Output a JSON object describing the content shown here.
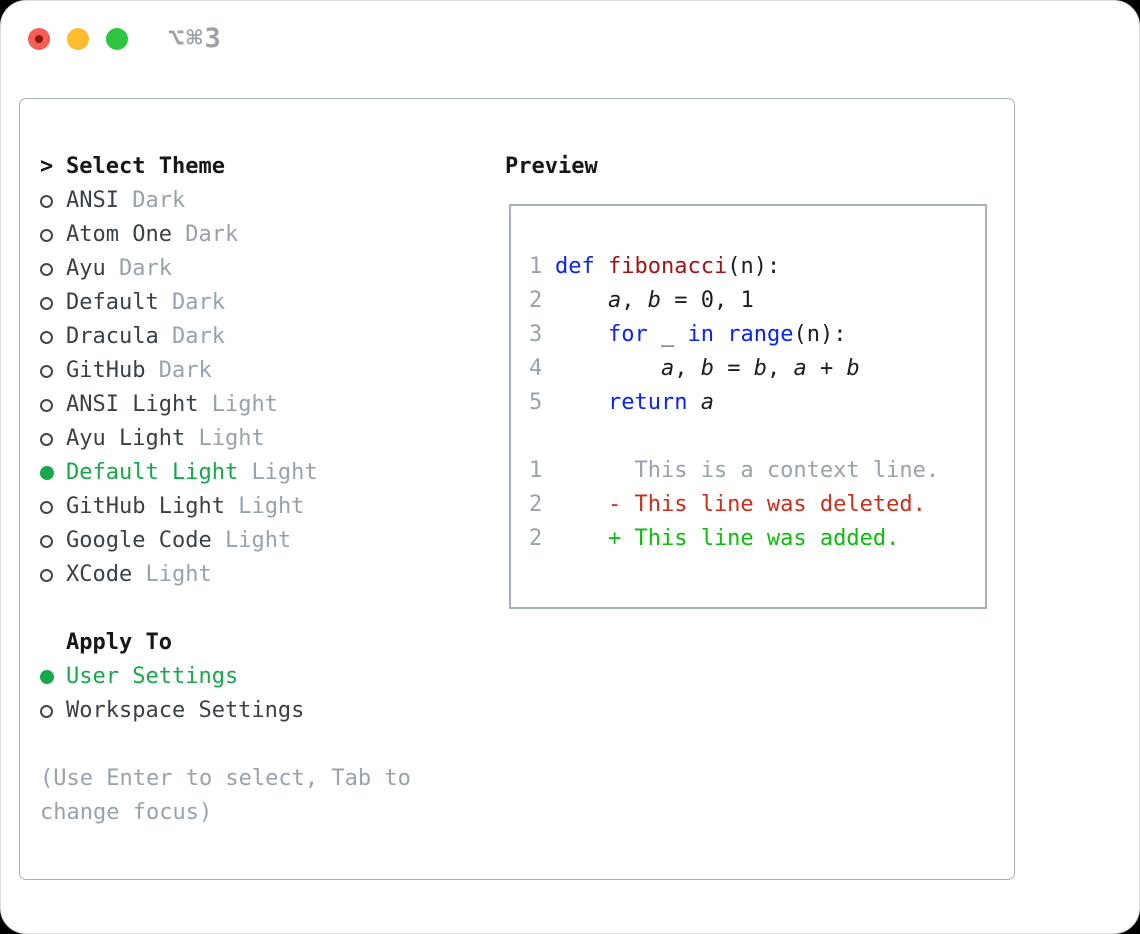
{
  "window": {
    "title": "⌥⌘3"
  },
  "traffic_lights": {
    "close": "#F45E55",
    "close_dot": "#8C1710",
    "minimize": "#FCBC2F",
    "zoom": "#2EC640"
  },
  "colors": {
    "heading": "#15171B",
    "item_text": "#3A4049",
    "muted": "#98A2AE",
    "selected_green": "#18A84B",
    "border": "#A7AFBA",
    "window_edge": "#D8DCE0",
    "title_gray": "#9CA1A8",
    "keyword_blue": "#0B24EE",
    "function_red": "#A31515",
    "code_text": "#1B1D21",
    "diff_deleted_red": "#C9301C",
    "diff_added_green": "#0BBE0B"
  },
  "theme_panel": {
    "cursor": ">",
    "title": "Select Theme",
    "items": [
      {
        "name": "ANSI",
        "variant": "Dark",
        "selected": false
      },
      {
        "name": "Atom One",
        "variant": "Dark",
        "selected": false
      },
      {
        "name": "Ayu",
        "variant": "Dark",
        "selected": false
      },
      {
        "name": "Default",
        "variant": "Dark",
        "selected": false
      },
      {
        "name": "Dracula",
        "variant": "Dark",
        "selected": false
      },
      {
        "name": "GitHub",
        "variant": "Dark",
        "selected": false
      },
      {
        "name": "ANSI Light",
        "variant": "Light",
        "selected": false
      },
      {
        "name": "Ayu Light",
        "variant": "Light",
        "selected": false
      },
      {
        "name": "Default Light",
        "variant": "Light",
        "selected": true
      },
      {
        "name": "GitHub Light",
        "variant": "Light",
        "selected": false
      },
      {
        "name": "Google Code",
        "variant": "Light",
        "selected": false
      },
      {
        "name": "XCode",
        "variant": "Light",
        "selected": false
      }
    ]
  },
  "apply_panel": {
    "title": "Apply To",
    "options": [
      {
        "label": "User Settings",
        "selected": true
      },
      {
        "label": "Workspace Settings",
        "selected": false
      }
    ]
  },
  "help": {
    "lines": [
      "(Use Enter to select, Tab to",
      "change focus)"
    ]
  },
  "preview": {
    "title": "Preview",
    "code_lines": [
      {
        "num": "1",
        "tokens": [
          {
            "t": "def",
            "c": "kw"
          },
          {
            "t": " ",
            "c": "pl"
          },
          {
            "t": "fibonacci",
            "c": "fn"
          },
          {
            "t": "(n):",
            "c": "pl"
          }
        ]
      },
      {
        "num": "2",
        "tokens": [
          {
            "t": "    ",
            "c": "pl"
          },
          {
            "t": "a",
            "c": "var"
          },
          {
            "t": ", ",
            "c": "pl"
          },
          {
            "t": "b",
            "c": "var"
          },
          {
            "t": " = 0, 1",
            "c": "pl"
          }
        ]
      },
      {
        "num": "3",
        "tokens": [
          {
            "t": "    ",
            "c": "pl"
          },
          {
            "t": "for",
            "c": "kw"
          },
          {
            "t": " _ ",
            "c": "pl"
          },
          {
            "t": "in",
            "c": "kw"
          },
          {
            "t": " ",
            "c": "pl"
          },
          {
            "t": "range",
            "c": "kw"
          },
          {
            "t": "(n):",
            "c": "pl"
          }
        ]
      },
      {
        "num": "4",
        "tokens": [
          {
            "t": "        ",
            "c": "pl"
          },
          {
            "t": "a",
            "c": "var"
          },
          {
            "t": ", ",
            "c": "pl"
          },
          {
            "t": "b",
            "c": "var"
          },
          {
            "t": " = ",
            "c": "pl"
          },
          {
            "t": "b",
            "c": "var"
          },
          {
            "t": ", ",
            "c": "pl"
          },
          {
            "t": "a",
            "c": "var"
          },
          {
            "t": " + ",
            "c": "pl"
          },
          {
            "t": "b",
            "c": "var"
          }
        ]
      },
      {
        "num": "5",
        "tokens": [
          {
            "t": "    ",
            "c": "pl"
          },
          {
            "t": "return",
            "c": "kw"
          },
          {
            "t": " ",
            "c": "pl"
          },
          {
            "t": "a",
            "c": "var"
          }
        ]
      }
    ],
    "diff_lines": [
      {
        "num": "1",
        "text": "      This is a context line.",
        "kind": "context"
      },
      {
        "num": "2",
        "text": "    - This line was deleted.",
        "kind": "deleted"
      },
      {
        "num": "2",
        "text": "    + This line was added.",
        "kind": "added"
      }
    ]
  }
}
